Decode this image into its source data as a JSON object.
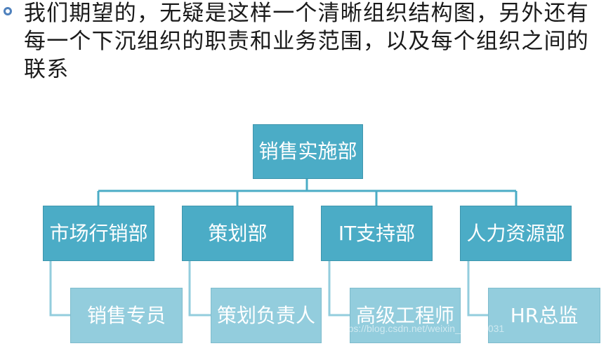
{
  "bullet": {
    "text": "我们期望的，无疑是这样一个清晰组织结构图，另外还有每一个下沉组织的职责和业务范围，以及每个组织之间的联系"
  },
  "org_chart": {
    "root": "销售实施部",
    "departments": [
      {
        "name": "市场行销部",
        "child": "销售专员"
      },
      {
        "name": "策划部",
        "child": "策划负责人"
      },
      {
        "name": "IT支持部",
        "child": "高级工程师"
      },
      {
        "name": "人力资源部",
        "child": "HR总监"
      }
    ]
  },
  "colors": {
    "dark_box": "#4bacc6",
    "light_box": "#93cddd",
    "connector": "#4bacc6",
    "bullet": "#4f81bd"
  },
  "watermark": "https://blog.csdn.net/weixin_40090031"
}
